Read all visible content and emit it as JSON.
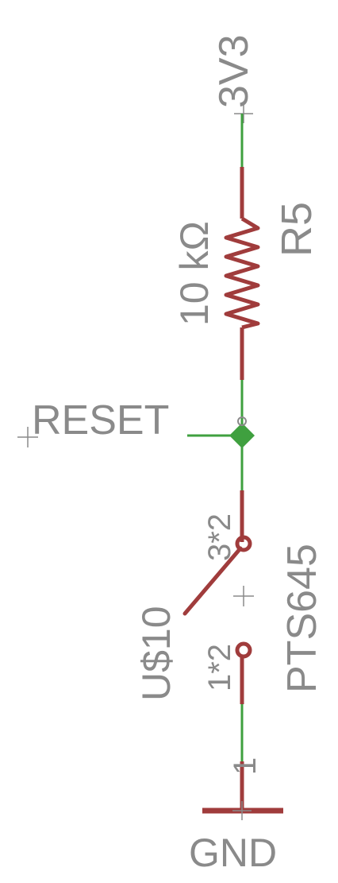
{
  "power": {
    "net": "3V3"
  },
  "resistor": {
    "value": "10 kΩ",
    "name": "R5"
  },
  "net_label": {
    "text": "RESET"
  },
  "switch": {
    "name": "U$10",
    "part": "PTS645",
    "pin_top": "3*2",
    "pin_bottom": "1*2"
  },
  "ground": {
    "net": "GND",
    "pin": "1"
  },
  "colors": {
    "wire": "#3fa03f",
    "part": "#a03c3c",
    "text": "#8a8a8a",
    "junction": "#3fa03f"
  }
}
